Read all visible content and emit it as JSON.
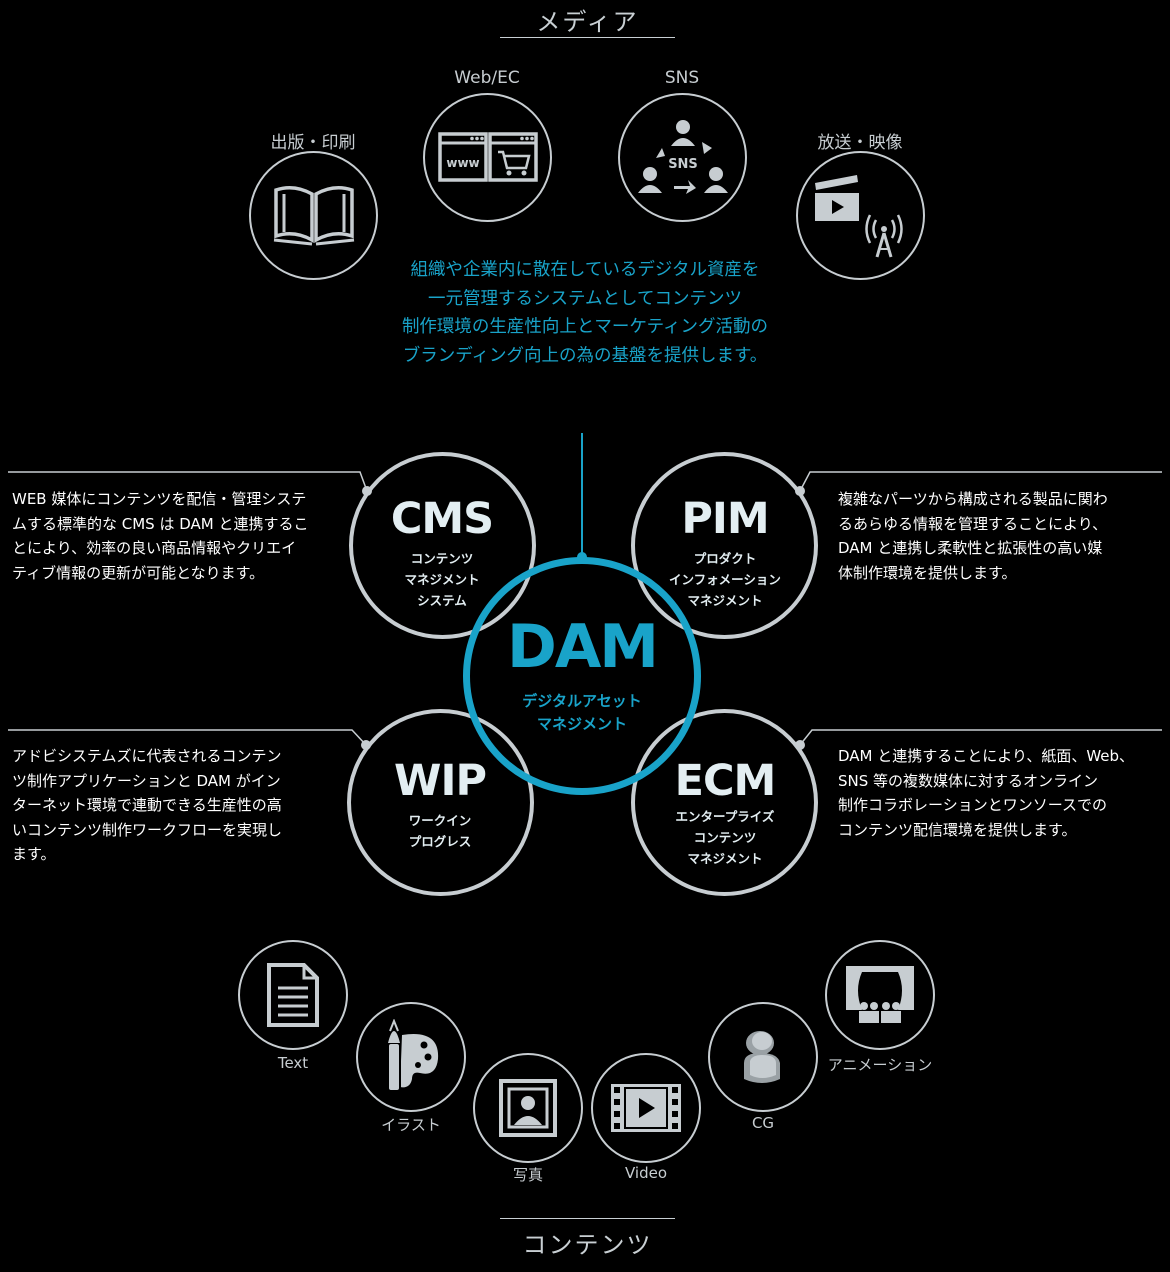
{
  "media": {
    "title": "メディア",
    "items": [
      {
        "label": "出版・印刷",
        "icon": "book-icon"
      },
      {
        "label": "Web/EC",
        "icon": "web-browser-cart-icon"
      },
      {
        "label": "SNS",
        "icon": "sns-people-icon",
        "icon_text": "SNS"
      },
      {
        "label": "放送・映像",
        "icon": "clapperboard-antenna-icon"
      }
    ]
  },
  "www_text": "www",
  "tagline": [
    "組織や企業内に散在しているデジタル資産を",
    "一元管理するシステムとしてコンテンツ",
    "制作環境の生産性向上とマーケティング活動の",
    "ブランディング向上の為の基盤を提供します。"
  ],
  "dam": {
    "title": "DAM",
    "sub1": "デジタルアセット",
    "sub2": "マネジメント"
  },
  "systems": {
    "cms": {
      "title": "CMS",
      "sub": [
        "コンテンツ",
        "マネジメント",
        "システム"
      ],
      "desc": [
        "WEB 媒体にコンテンツを配信・管理システ",
        "ムする標準的な CMS は DAM と連携するこ",
        "とにより、効率の良い商品情報やクリエイ",
        "ティブ情報の更新が可能となります。"
      ]
    },
    "pim": {
      "title": "PIM",
      "sub": [
        "プロダクト",
        "インフォメーション",
        "マネジメント"
      ],
      "desc": [
        "複雑なパーツから構成される製品に関わ",
        "るあらゆる情報を管理することにより、",
        "DAM と連携し柔軟性と拡張性の高い媒",
        "体制作環境を提供します。"
      ]
    },
    "wip": {
      "title": "WIP",
      "sub": [
        "ワークイン",
        "プログレス"
      ],
      "desc": [
        "アドビシステムズに代表されるコンテン",
        "ツ制作アプリケーションと DAM がイン",
        "ターネット環境で連動できる生産性の高",
        "いコンテンツ制作ワークフローを実現し",
        "ます。"
      ]
    },
    "ecm": {
      "title": "ECM",
      "sub": [
        "エンタープライズ",
        "コンテンツ",
        "マネジメント"
      ],
      "desc": [
        "DAM と連携することにより、紙面、Web、",
        "SNS 等の複数媒体に対するオンライン",
        "制作コラボレーションとワンソースでの",
        "コンテンツ配信環境を提供します。"
      ]
    }
  },
  "contents": {
    "title": "コンテンツ",
    "items": [
      {
        "label": "Text",
        "icon": "document-icon"
      },
      {
        "label": "イラスト",
        "icon": "palette-brush-icon"
      },
      {
        "label": "写真",
        "icon": "photo-portrait-icon"
      },
      {
        "label": "Video",
        "icon": "film-play-icon"
      },
      {
        "label": "CG",
        "icon": "3d-figure-icon"
      },
      {
        "label": "アニメーション",
        "icon": "theater-stage-icon"
      }
    ]
  },
  "colors": {
    "background": "#000000",
    "accent": "#19a3c9",
    "ring": "#c7cdd1",
    "text": "#ffffff"
  }
}
